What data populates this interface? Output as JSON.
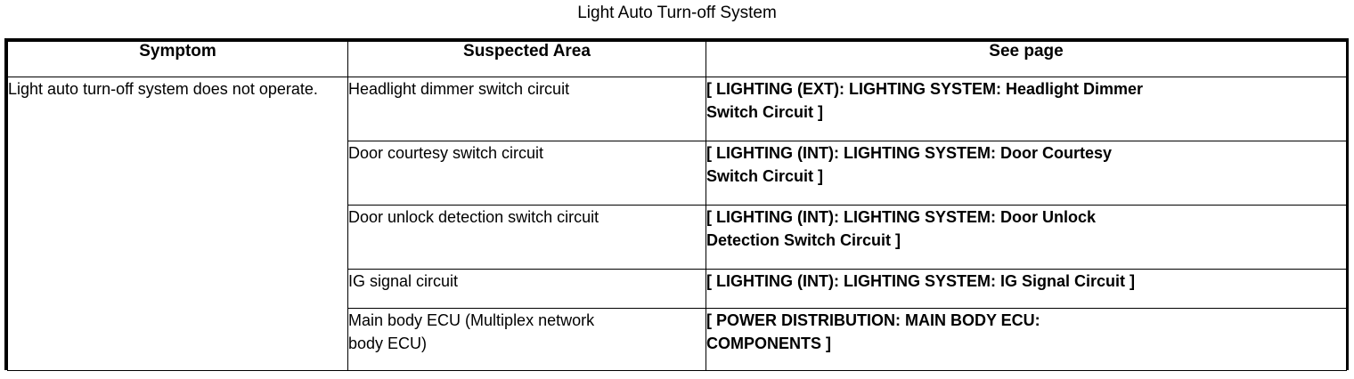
{
  "title": "Light Auto Turn-off System",
  "table": {
    "headers": {
      "symptom": "Symptom",
      "suspected_area": "Suspected Area",
      "see_page": "See page"
    },
    "symptom": "Light auto turn-off system does not operate.",
    "rows": [
      {
        "suspected_area": "Headlight dimmer switch circuit",
        "see_page_line1": "[ LIGHTING (EXT): LIGHTING SYSTEM: Headlight Dimmer",
        "see_page_line2": "Switch Circuit ]",
        "see_page_full": "[ LIGHTING (EXT): LIGHTING SYSTEM: Headlight Dimmer Switch Circuit ]"
      },
      {
        "suspected_area": "Door courtesy switch circuit",
        "see_page_line1": "[ LIGHTING (INT): LIGHTING SYSTEM: Door Courtesy",
        "see_page_line2": "Switch Circuit ]",
        "see_page_full": "[ LIGHTING (INT): LIGHTING SYSTEM: Door Courtesy Switch Circuit ]"
      },
      {
        "suspected_area": "Door unlock detection switch circuit",
        "see_page_line1": "[ LIGHTING (INT): LIGHTING SYSTEM: Door Unlock",
        "see_page_line2": "Detection Switch Circuit ]",
        "see_page_full": "[ LIGHTING (INT): LIGHTING SYSTEM: Door Unlock Detection Switch Circuit ]"
      },
      {
        "suspected_area": "IG signal circuit",
        "see_page_line1": "[ LIGHTING (INT): LIGHTING SYSTEM: IG Signal Circuit ]",
        "see_page_line2": "",
        "see_page_full": "[ LIGHTING (INT): LIGHTING SYSTEM: IG Signal Circuit ]"
      },
      {
        "suspected_area_line1": "Main body ECU (Multiplex network",
        "suspected_area_line2": "body ECU)",
        "suspected_area": "Main body ECU (Multiplex network body ECU)",
        "see_page_line1": "[ POWER DISTRIBUTION: MAIN BODY ECU:",
        "see_page_line2": "COMPONENTS ]",
        "see_page_full": "[ POWER DISTRIBUTION: MAIN BODY ECU: COMPONENTS ]"
      }
    ]
  },
  "colors": {
    "background": "#ffffff",
    "text": "#000000",
    "border": "#000000"
  }
}
